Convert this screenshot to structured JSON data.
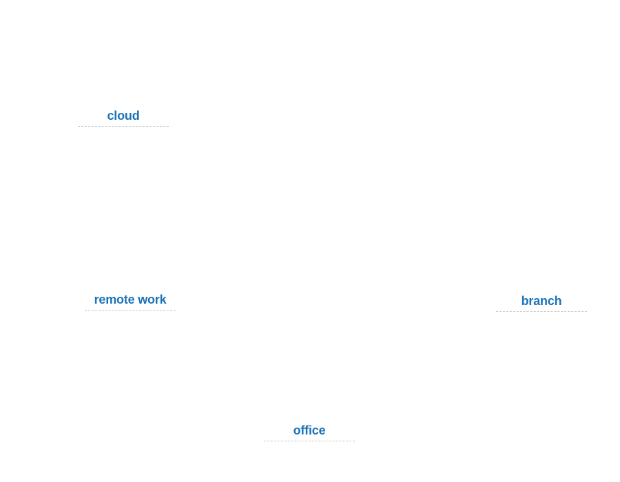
{
  "diagram": {
    "label_color": "#1a73b8",
    "underline_color": "#c6c6c6",
    "nodes": {
      "cloud": {
        "label": "cloud"
      },
      "remote_work": {
        "label": "remote work"
      },
      "branch": {
        "label": "branch"
      },
      "office": {
        "label": "office"
      }
    }
  }
}
